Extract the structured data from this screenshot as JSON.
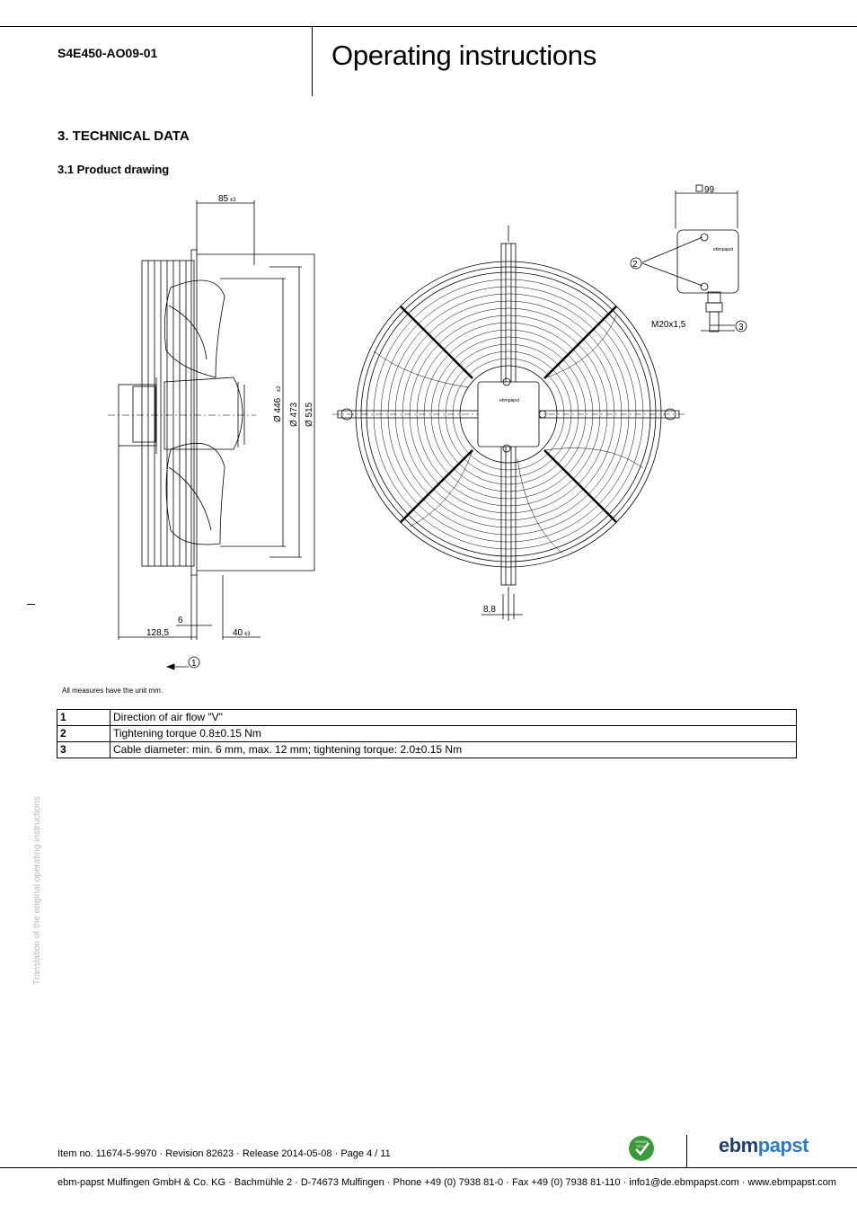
{
  "header": {
    "model": "S4E450-AO09-01",
    "title": "Operating instructions"
  },
  "section": {
    "heading": "3. TECHNICAL DATA",
    "subheading": "3.1 Product drawing"
  },
  "drawing": {
    "dims": {
      "d85": "85",
      "d85_tol": "±3",
      "d446": "Ø 446",
      "d446_tol": "±2",
      "d473": "Ø 473",
      "d515": "Ø 515",
      "d6": "6",
      "d128": "128,5",
      "d40": "40",
      "d40_tol": "±3",
      "d88": "8,8",
      "d99": "99",
      "m20": "M20x1,5"
    },
    "callouts": [
      "1",
      "2",
      "3"
    ],
    "brand_small": "ebmpapst",
    "units_note": "All measures have the unit mm."
  },
  "legend": [
    {
      "num": "1",
      "text": "Direction of air flow \"V\""
    },
    {
      "num": "2",
      "text": "Tightening torque 0.8±0.15 Nm"
    },
    {
      "num": "3",
      "text": "Cable diameter: min. 6 mm, max. 12 mm; tightening torque: 2.0±0.15 Nm"
    }
  ],
  "side_note": "Translation of the original operating instructions",
  "footer": {
    "meta": "Item no. 11674-5-9970 · Revision 82623 · Release 2014-05-08 · Page 4 / 11",
    "company": "ebm-papst Mulfingen GmbH & Co. KG · Bachmühle 2 · D-74673 Mulfingen · Phone +49 (0) 7938 81-0 · Fax +49 (0) 7938 81-110 · info1@de.ebmpapst.com · www.ebmpapst.com",
    "logo_part1": "ebm",
    "logo_part2": "papst",
    "badge_text1": "GREEN",
    "badge_text2": "TECH",
    "colors": {
      "green": "#3a9a3a",
      "logo_dark": "#1f3c6e",
      "logo_light": "#2d7bc0"
    }
  }
}
